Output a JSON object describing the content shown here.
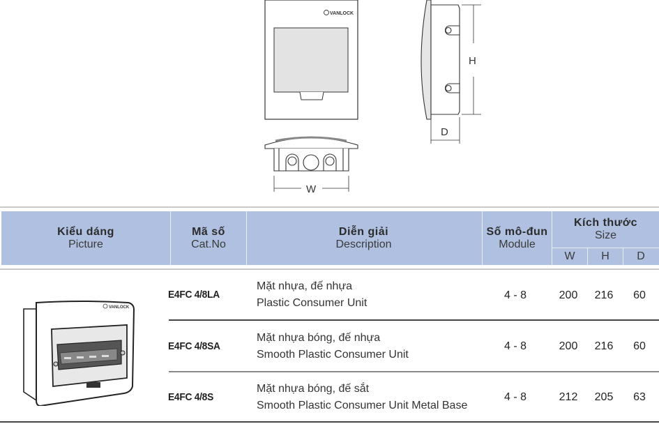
{
  "diagram": {
    "brand_logo": "VANLOCK",
    "dimension_labels": {
      "width": "W",
      "height": "H",
      "depth": "D"
    }
  },
  "table": {
    "headers": {
      "picture": {
        "vi": "Kiểu dáng",
        "en": "Picture"
      },
      "cat_no": {
        "vi": "Mã số",
        "en": "Cat.No"
      },
      "description": {
        "vi": "Diễn giải",
        "en": "Description"
      },
      "module": {
        "vi": "Số mô-đun",
        "en": "Module"
      },
      "size": {
        "vi": "Kích thước",
        "en": "Size",
        "sub": [
          "W",
          "H",
          "D"
        ]
      }
    },
    "rows": [
      {
        "cat_no": "E4FC 4/8LA",
        "desc_vi": "Mặt nhựa, đế nhựa",
        "desc_en": "Plastic Consumer Unit",
        "module": "4 - 8",
        "w": "200",
        "h": "216",
        "d": "60"
      },
      {
        "cat_no": "E4FC 4/8SA",
        "desc_vi": "Mặt nhựa bóng, đế nhựa",
        "desc_en": "Smooth Plastic Consumer Unit",
        "module": "4 - 8",
        "w": "200",
        "h": "216",
        "d": "60"
      },
      {
        "cat_no": "E4FC 4/8S",
        "desc_vi": "Mặt nhựa bóng, đế sắt",
        "desc_en": "Smooth Plastic Consumer Unit Metal Base",
        "module": "4 - 8",
        "w": "212",
        "h": "205",
        "d": "63"
      }
    ],
    "product_picture_logo": "VANLOCK"
  },
  "colors": {
    "header_bg": "#afc0e0",
    "header_divider": "#e8eef8",
    "row_line_1": "#444444",
    "row_line_2": "#888888"
  }
}
